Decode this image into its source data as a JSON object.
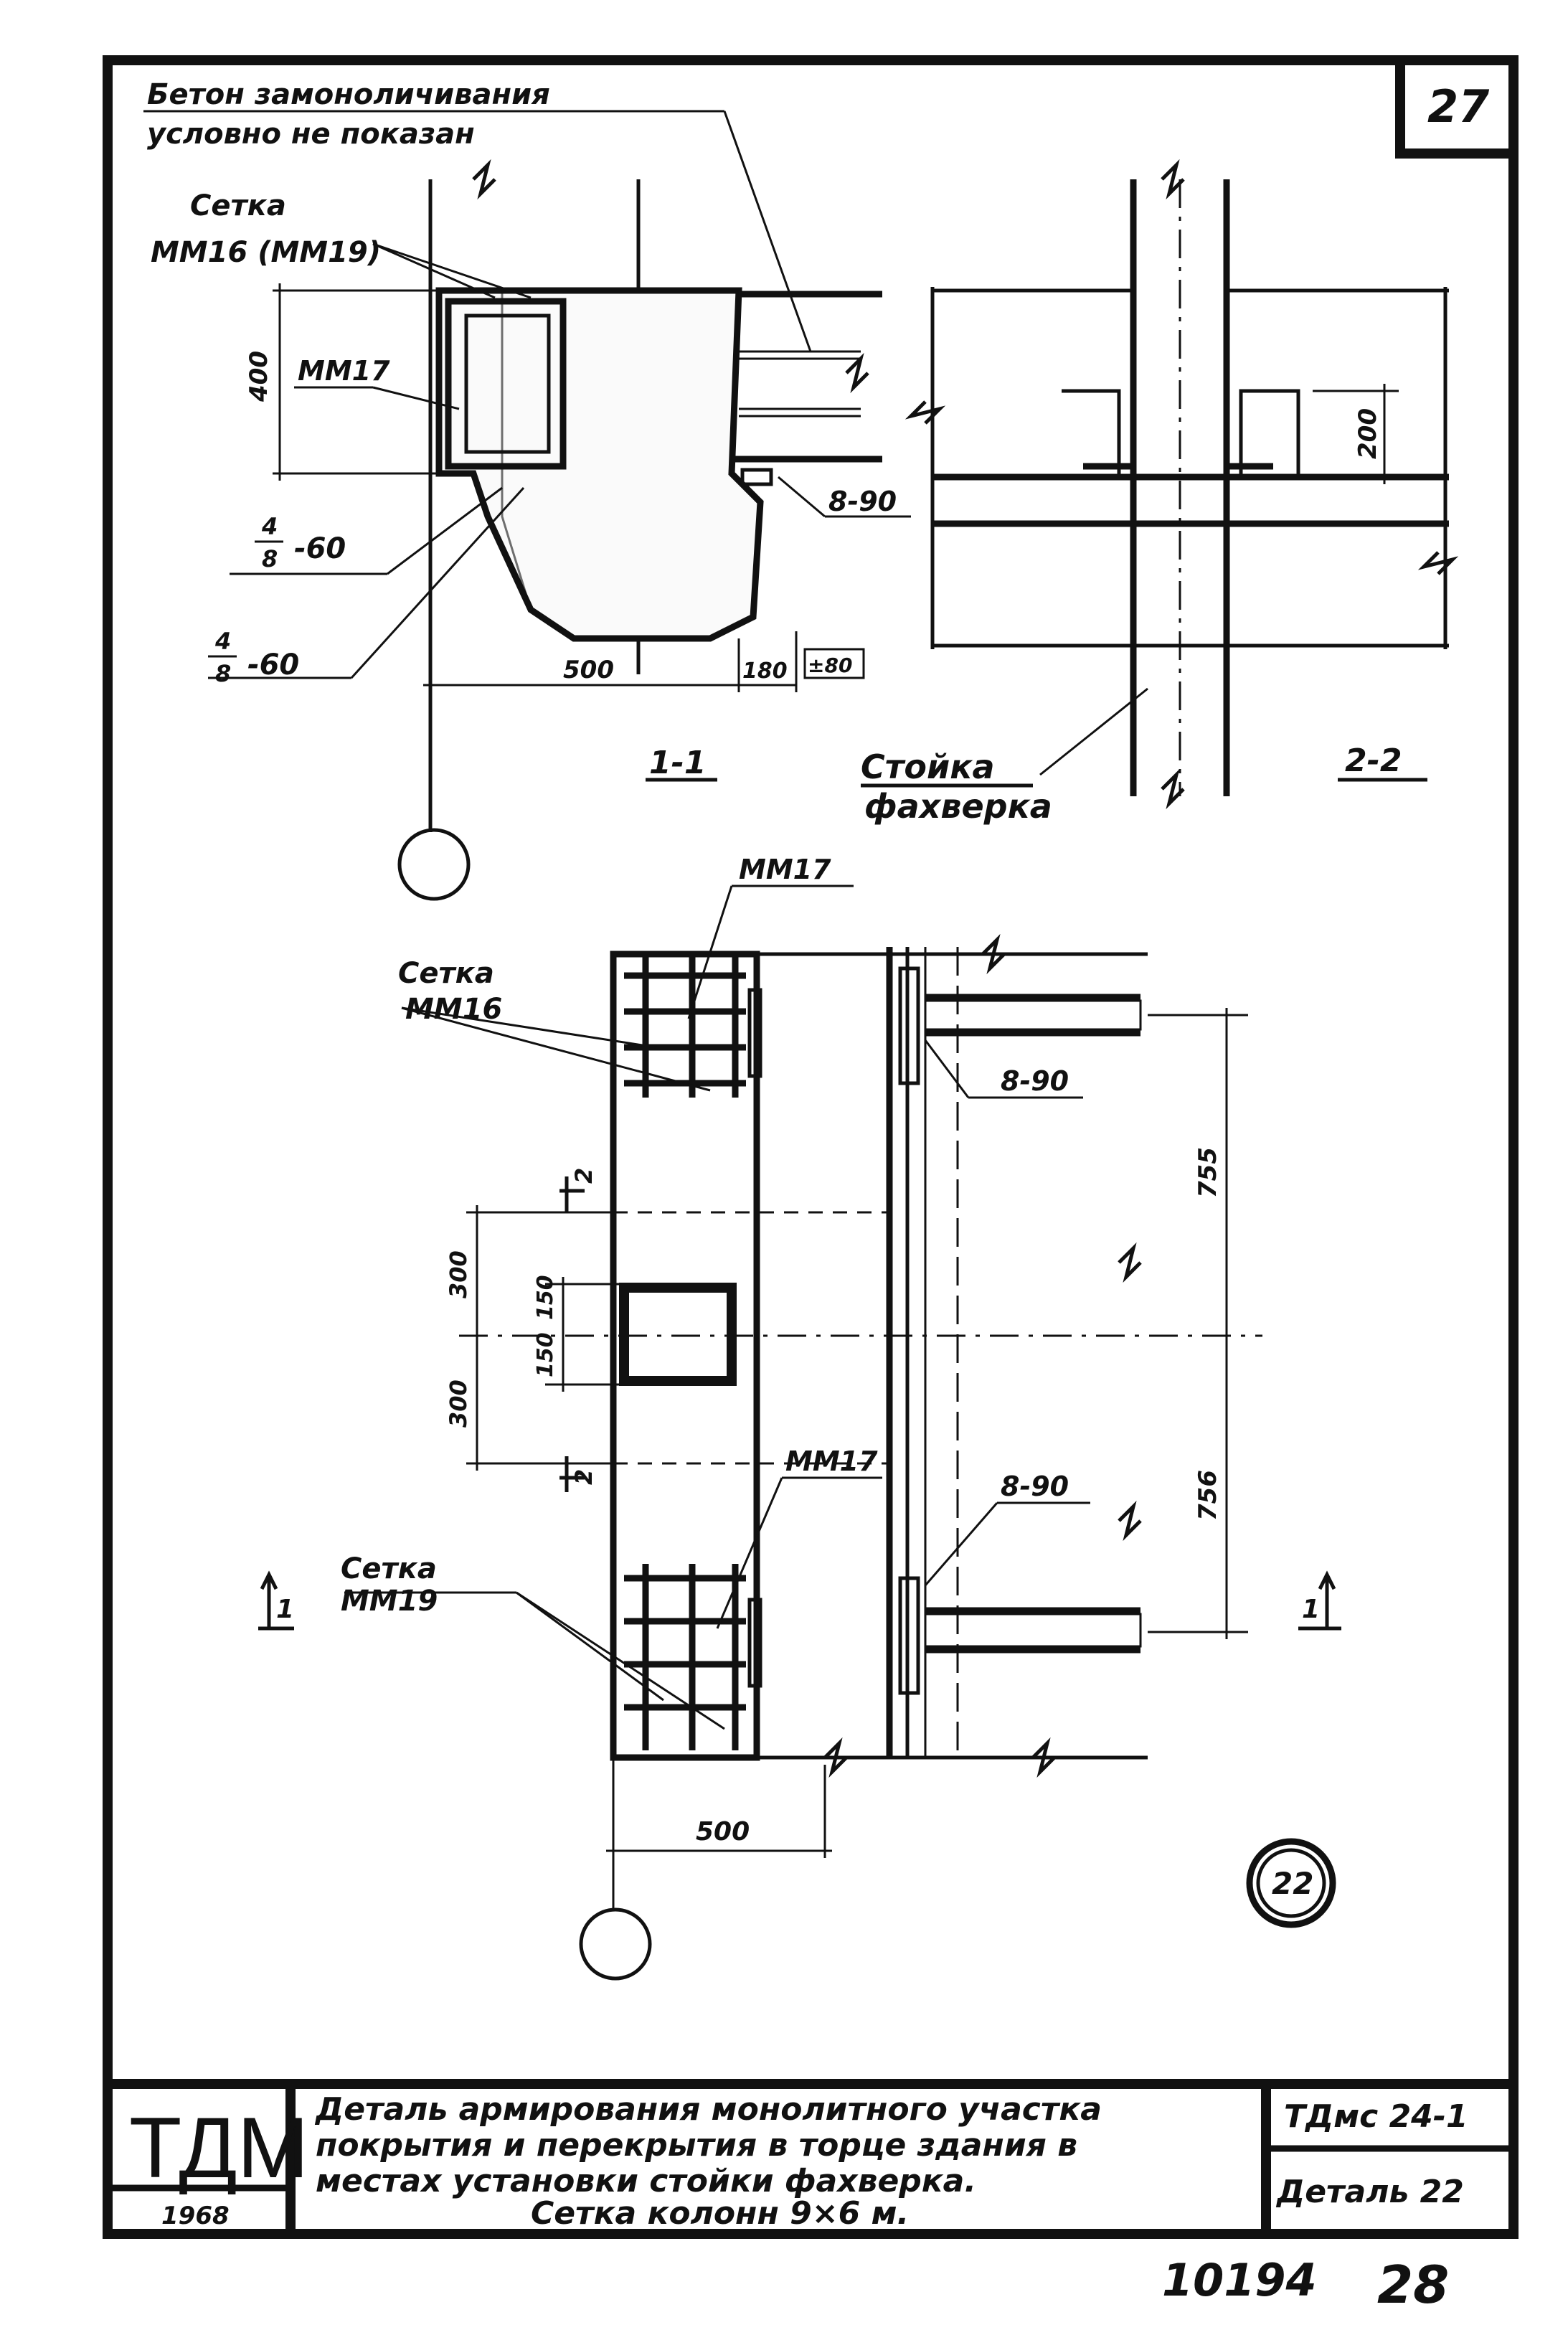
{
  "sheet": {
    "number": "27",
    "bottom_number": "28",
    "inventory_number": "10194"
  },
  "labels": {
    "concrete_note_1": "Бетон замоноличивания",
    "concrete_note_2": "условно не показан",
    "mesh_top_1": "Сетка",
    "mesh_top_2": "ММ16 (ММ19)",
    "mm17_left": "ММ17",
    "frac_top_1": "4",
    "frac_bot_1": "8",
    "frac_val_1": "-60",
    "frac_top_2": "4",
    "frac_bot_2": "8",
    "frac_val_2": "-60",
    "b90_top": "8-90",
    "section_1_1": "1-1",
    "section_2_2": "2-2",
    "stand_1": "Стойка",
    "stand_2": "фахверка",
    "mm17_plan_top": "ММ17",
    "mesh_mm16_1": "Сетка",
    "mesh_mm16_2": "ММ16",
    "b90_plan_top": "8-90",
    "mm17_plan_bottom": "ММ17",
    "b90_plan_bottom": "8-90",
    "mesh_mm19_1": "Сетка",
    "mesh_mm19_2": "ММ19",
    "cut_mark_left": "1",
    "cut_mark_right": "1",
    "cut_mark_2_top": "2",
    "cut_mark_2_bottom": "2",
    "detail_number": "22"
  },
  "dimensions": {
    "d400": "400",
    "d500_section": "500",
    "d180": "180",
    "d_level": "±80",
    "d200": "200",
    "d755_top": "755",
    "d755_bottom": "756",
    "d300_top": "300",
    "d150_top": "150",
    "d150_bottom": "150",
    "d300_bottom": "300",
    "d500_plan": "500"
  },
  "title_block": {
    "logo": "ТДМ",
    "year": "1968",
    "desc_line1": "Деталь армирования монолитного участка",
    "desc_line2": "покрытия и перекрытия в торце здания в",
    "desc_line3": "местах установки стойки фахверка.",
    "desc_line4": "Сетка колонн 9×6 м.",
    "code": "ТДмс 24-1",
    "detail": "Деталь 22"
  }
}
